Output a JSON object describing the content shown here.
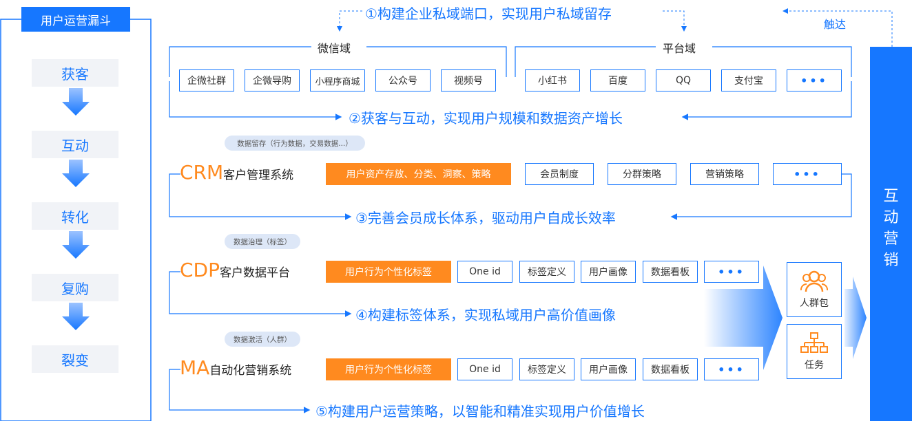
{
  "funnel": {
    "title": "用户运营漏斗",
    "stages": [
      "获客",
      "互动",
      "转化",
      "复购",
      "裂变"
    ]
  },
  "top_step": "①构建企业私域端口，实现用户私域留存",
  "reach_label": "触达",
  "wechat": {
    "label": "微信域",
    "items": [
      "企微社群",
      "企微导购",
      "小程序商城",
      "公众号",
      "视频号"
    ]
  },
  "platform": {
    "label": "平台域",
    "items": [
      "小红书",
      "百度",
      "QQ",
      "支付宝",
      "•••"
    ]
  },
  "step2": "②获客与互动，实现用户规模和数据资产增长",
  "crm": {
    "tag": "数据留存（行为数据，交易数据...）",
    "abbr": "CRM",
    "name": "客户管理系统",
    "highlight": "用户资产存放、分类、洞察、策略",
    "items": [
      "会员制度",
      "分群策略",
      "营销策略",
      "•••"
    ]
  },
  "step3": "③完善会员成长体系，驱动用户自成长效率",
  "cdp": {
    "tag": "数据治理（标签）",
    "abbr": "CDP",
    "name": "客户数据平台",
    "highlight": "用户行为个性化标签",
    "items": [
      "One id",
      "标签定义",
      "用户画像",
      "数据看板",
      "•••"
    ]
  },
  "step4": "④构建标签体系，实现私域用户高价值画像",
  "ma": {
    "tag": "数据激活（人群）",
    "abbr": "MA",
    "name": "自动化营销系统",
    "highlight": "用户行为个性化标签",
    "items": [
      "One id",
      "标签定义",
      "用户画像",
      "数据看板",
      "•••"
    ]
  },
  "step5": "⑤构建用户运营策略，以智能和精准实现用户价值增长",
  "outputs": [
    {
      "label": "人群包",
      "icon": "people-group-icon"
    },
    {
      "label": "任务",
      "icon": "hierarchy-icon"
    }
  ],
  "right_bar": [
    "互",
    "动",
    "营",
    "销"
  ],
  "colors": {
    "primary": "#1677ff",
    "accent": "#ff8a1f",
    "pill": "#dde7f7",
    "funnel_bg": "#f1f3f7"
  }
}
